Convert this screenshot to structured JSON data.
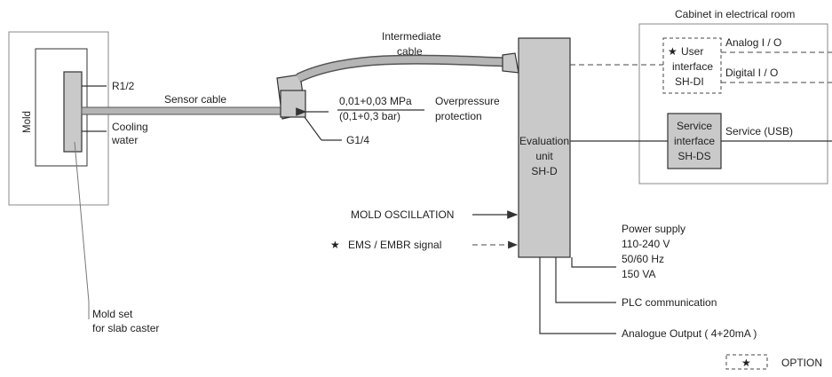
{
  "labels": {
    "mold": "Mold",
    "r12": "R1/2",
    "sensor_cable": "Sensor cable",
    "cooling_water": "Cooling water",
    "mold_set_1": "Mold set",
    "mold_set_2": "for slab caster",
    "intermediate_cable_1": "Intermediate",
    "intermediate_cable_2": "cable",
    "pressure_mpa": "0,01+0,03 MPa",
    "pressure_bar": "(0,1+0,3 bar)",
    "overpressure_1": "Overpressure",
    "overpressure_2": "protection",
    "g14": "G1/4",
    "eval_1": "Evaluation",
    "eval_2": "unit",
    "eval_3": "SH-D",
    "cabinet": "Cabinet in electrical room",
    "star": "★",
    "ui_1": "User",
    "ui_2": "interface",
    "ui_3": "SH-DI",
    "analog_io": "Analog I / O",
    "digital_io": "Digital I / O",
    "svc_1": "Service",
    "svc_2": "interface",
    "svc_3": "SH-DS",
    "service_usb": "Service (USB)",
    "mold_oscillation": "MOLD OSCILLATION",
    "ems_signal": "EMS / EMBR signal",
    "power_1": "Power supply",
    "power_2": "110-240 V",
    "power_3": "50/60 Hz",
    "power_4": "150 VA",
    "plc": "PLC communication",
    "analogue_output": "Analogue Output ( 4+20mA )",
    "option": "OPTION"
  }
}
